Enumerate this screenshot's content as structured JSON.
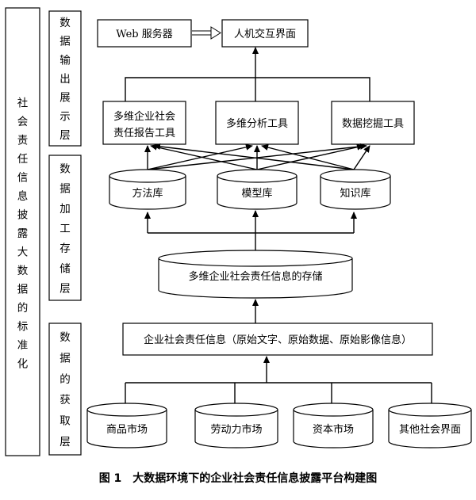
{
  "sidebar": {
    "title_chars": [
      "社",
      "会",
      "责",
      "任",
      "信",
      "息",
      "披",
      "露",
      "大",
      "数",
      "据",
      "的",
      "标",
      "准",
      "化"
    ]
  },
  "layers": {
    "output": [
      "数",
      "据",
      "输",
      "出",
      "展",
      "示",
      "层"
    ],
    "process": [
      "数",
      "据",
      "加",
      "工",
      "存",
      "储",
      "层"
    ],
    "acquire": [
      "数",
      "据",
      "的",
      "获",
      "取",
      "层"
    ]
  },
  "top": {
    "web_server": "Web 服务器",
    "hci": "人机交互界面"
  },
  "tools": {
    "csr_report_line1": "多维企业社会",
    "csr_report_line2": "责任报告工具",
    "analysis": "多维分析工具",
    "mining": "数据挖掘工具"
  },
  "libraries": {
    "method": "方法库",
    "model": "模型库",
    "knowledge": "知识库"
  },
  "storage": {
    "label": "多维企业社会责任信息的存储"
  },
  "info_box": {
    "label": "企业社会责任信息（原始文字、原始数据、原始影像信息）"
  },
  "sources": {
    "goods": "商品市场",
    "labor": "劳动力市场",
    "capital": "资本市场",
    "other": "其他社会界面"
  },
  "caption": {
    "text": "图 1　大数据环境下的企业社会责任信息披露平台构建图"
  }
}
